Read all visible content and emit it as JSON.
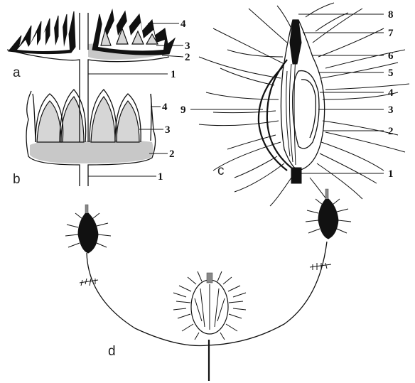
{
  "panels": {
    "a": {
      "label": "a",
      "callouts": [
        "4",
        "3",
        "2",
        "1"
      ]
    },
    "b": {
      "label": "b",
      "callouts": [
        "4",
        "3",
        "2",
        "1"
      ]
    },
    "c": {
      "label": "c",
      "callouts": [
        "8",
        "7",
        "6",
        "5",
        "4",
        "3",
        "2",
        "1",
        "9"
      ]
    },
    "d": {
      "label": "d"
    }
  },
  "colors": {
    "ink": "#111111",
    "receptacle_grey": "#c8c8c8",
    "seed_grey": "#d6d6d6"
  }
}
